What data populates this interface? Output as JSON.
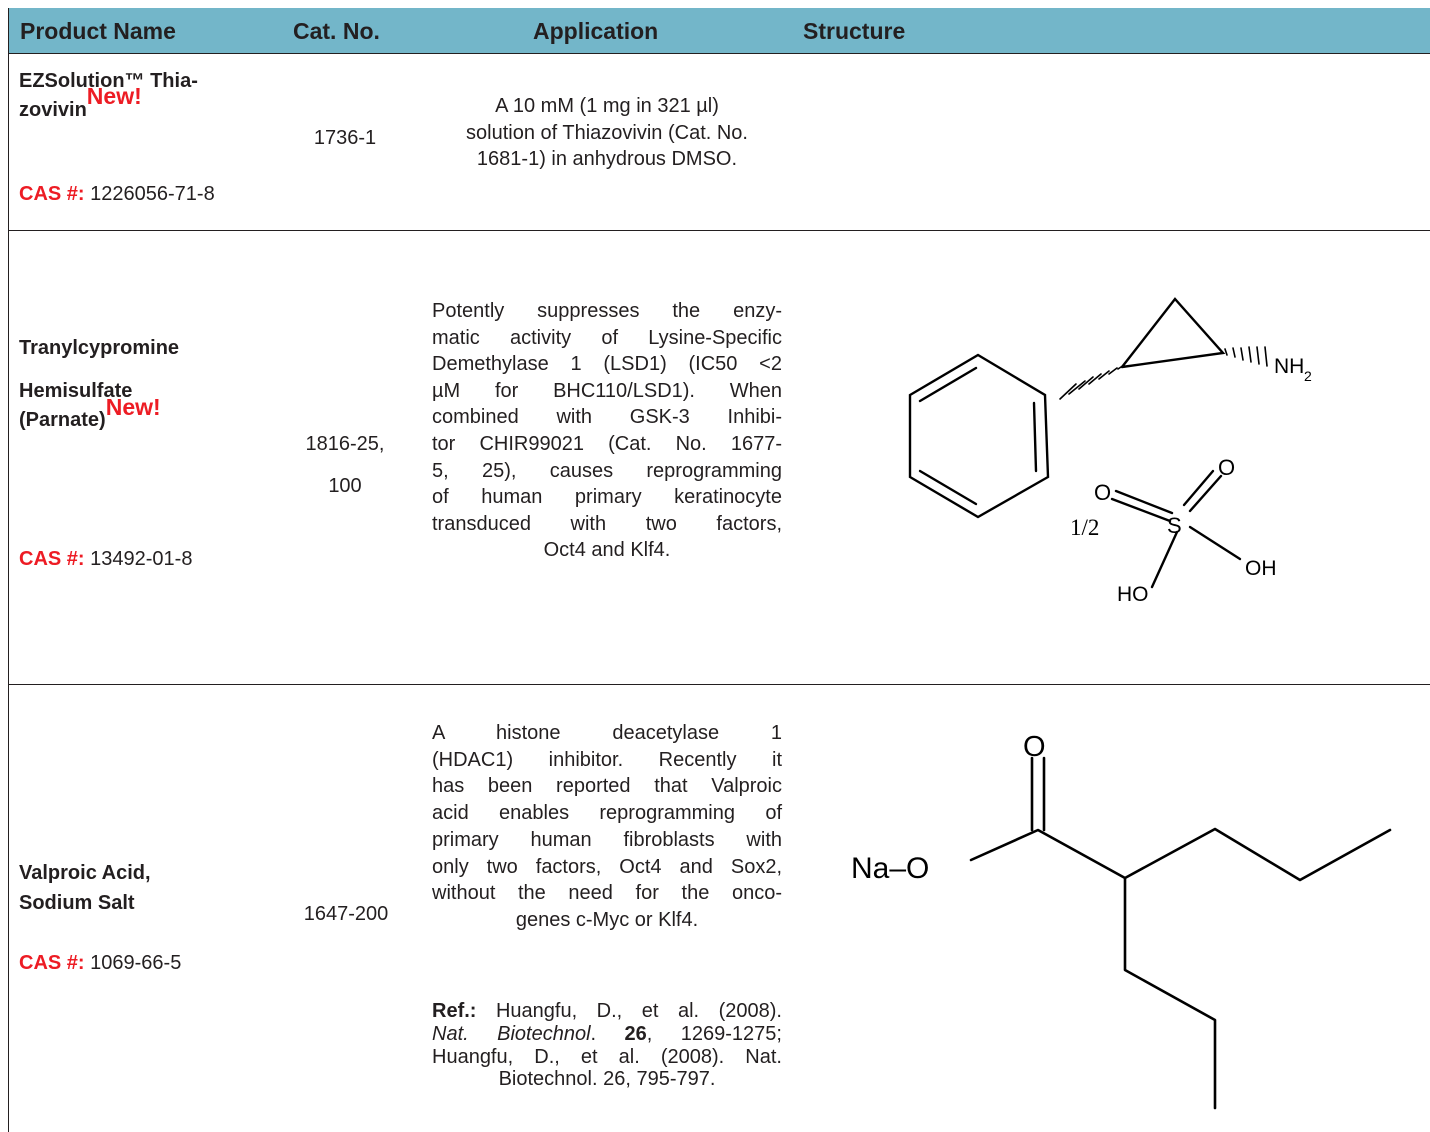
{
  "table": {
    "headers": {
      "product_name": "Product Name",
      "cat_no": "Cat. No.",
      "application": "Application",
      "structure": "Structure"
    },
    "rows": [
      {
        "name_line1": "EZSolution™ Thia-",
        "name_line2": "zovivin",
        "badge": "New!",
        "cas_label": "CAS #:",
        "cas_value": "1226056-71-8",
        "cat_no": "1736-1",
        "application_lines": [
          "A 10 mM (1 mg in 321 µl)",
          "solution of Thiazovivin (Cat. No.",
          "1681-1) in anhydrous DMSO."
        ]
      },
      {
        "name_line1": "Tranylcypromine",
        "name_line2": "Hemisulfate",
        "name_line3": "(Parnate)",
        "badge": "New!",
        "cas_label": "CAS #:",
        "cas_value": "13492-01-8",
        "cat_no_line1": "1816-25,",
        "cat_no_line2": "100",
        "application_lines": [
          "Potently suppresses the enzy-",
          "matic activity of Lysine-Specific",
          "Demethylase 1 (LSD1) (IC50 <2",
          "µM for BHC110/LSD1).  When",
          "combined with GSK-3 Inhibi-",
          "tor CHIR99021 (Cat. No. 1677-",
          "5, 25), causes reprogramming",
          "of human primary keratinocyte",
          "transduced with  two factors,",
          "Oct4 and Klf4."
        ],
        "structure_labels": {
          "amine_n": "NH",
          "amine_sub": "2",
          "fraction": "1/2",
          "sulfur": "S",
          "oxygen": "O",
          "hydroxyl_right": "OH",
          "hydroxyl_left": "HO"
        }
      },
      {
        "name_line1": "Valproic  Acid,",
        "name_line2": "Sodium Salt",
        "cas_label": "CAS #:",
        "cas_value": "1069-66-5",
        "cat_no": "1647-200",
        "application_lines": [
          "A  histone  deacetylase  1",
          "(HDAC1) inhibitor. Recently it",
          "has been reported that Valproic",
          "acid enables reprogramming of",
          "primary human fibroblasts with",
          "only two factors, Oct4 and Sox2,",
          "without the need for the onco-",
          "genes c-Myc or Klf4."
        ],
        "ref_label": "Ref.:",
        "ref_line1": "Huangfu, D., et al. (2008).",
        "ref_journal": "Nat. Biotechnol",
        "ref_volume": "26",
        "ref_pages": ", 1269-1275;",
        "ref_line3": "Huangfu, D., et al. (2008). Nat.",
        "ref_line4": "Biotechnol. 26, 795-797.",
        "structure_labels": {
          "sodium_oxygen": "Na–O",
          "carbonyl_oxygen": "O"
        }
      }
    ]
  }
}
